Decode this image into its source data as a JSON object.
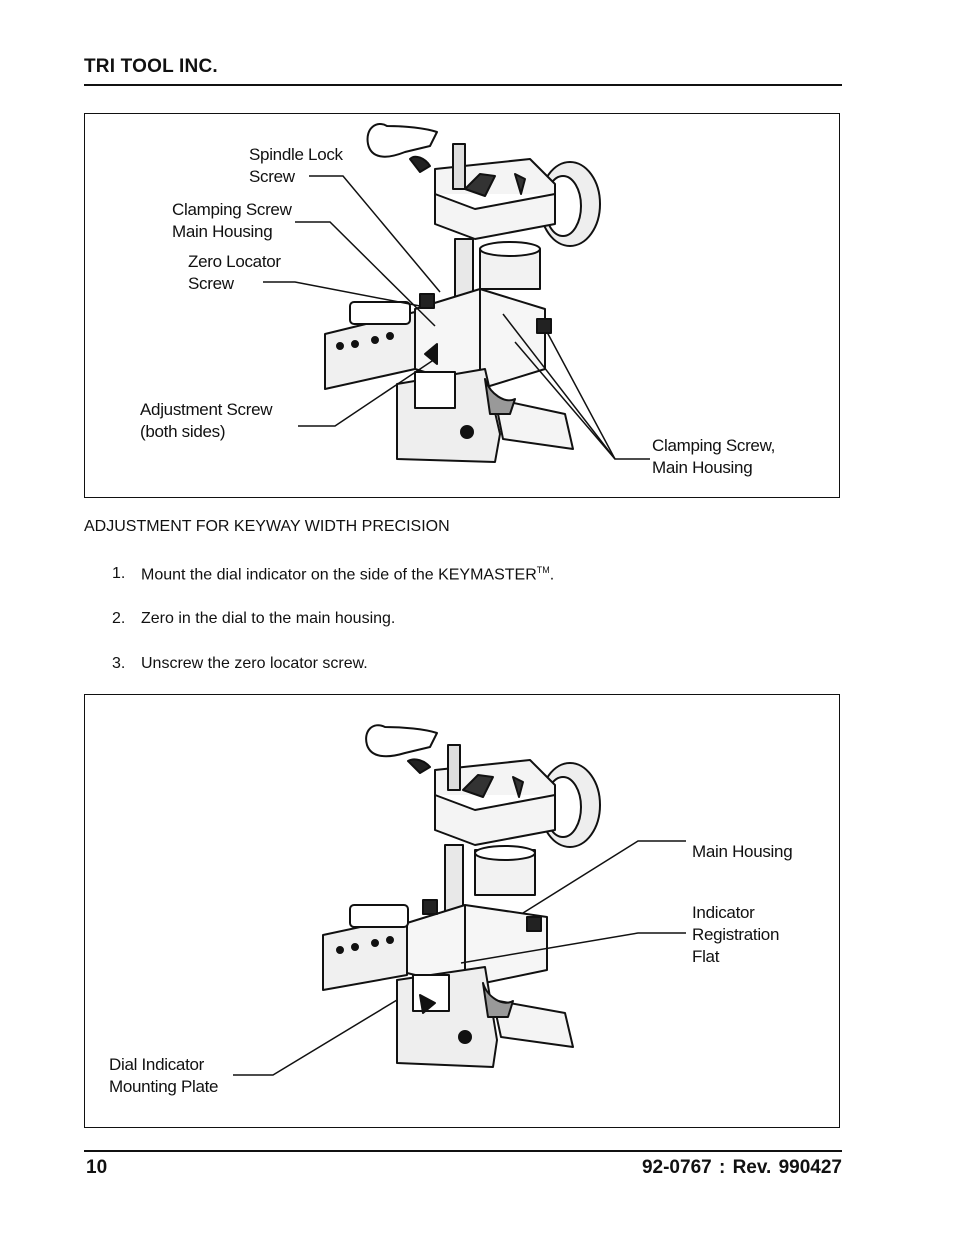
{
  "header": {
    "company": "TRI TOOL INC."
  },
  "figure1": {
    "callouts": {
      "spindle_lock": "Spindle Lock\nScrew",
      "clamping_main_left": "Clamping Screw\nMain Housing",
      "zero_locator": "Zero Locator\nScrew",
      "adjustment": "Adjustment Screw\n(both sides)",
      "clamping_main_right": "Clamping Screw,\nMain Housing"
    }
  },
  "section": {
    "heading": "ADJUSTMENT FOR KEYWAY WIDTH PRECISION",
    "steps": [
      {
        "num": "1.",
        "text": "Mount the dial indicator on the side of the KEYMASTER",
        "tm": "TM",
        "suffix": "."
      },
      {
        "num": "2.",
        "text": "Zero in the dial to the main housing."
      },
      {
        "num": "3.",
        "text": "Unscrew the zero locator screw."
      }
    ]
  },
  "figure2": {
    "callouts": {
      "main_housing": "Main Housing",
      "registration_flat": "Indicator\nRegistration\nFlat",
      "mounting_plate": "Dial Indicator\nMounting Plate"
    }
  },
  "footer": {
    "page_number": "10",
    "doc_rev": "92-0767 : Rev. 990427"
  }
}
